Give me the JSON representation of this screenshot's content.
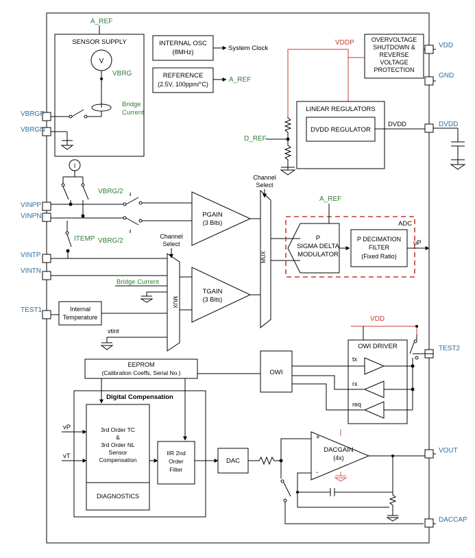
{
  "pins": {
    "vbrgp": "VBRGP",
    "vbrgn": "VBRGN",
    "vinpp": "VINPP",
    "vinpn": "VINPN",
    "vintp": "VINTP",
    "vintn": "VINTN",
    "test1": "TEST1",
    "vdd": "VDD",
    "gnd": "GND",
    "dvdd": "DVDD",
    "test2": "TEST2",
    "vout": "VOUT",
    "daccap": "DACCAP"
  },
  "labels": {
    "a_ref": "A_REF",
    "vddp": "VDDP",
    "vbrg": "VBRG",
    "bridge_current": [
      "Bridge",
      "Current"
    ],
    "d_ref": "D_REF",
    "dvdd_int": "DVDD",
    "vbrg_half": "VBRG/2",
    "itemp": "ITEMP",
    "i_symbol": "I",
    "v_symbol": "V",
    "channel_select": [
      "Channel",
      "Select"
    ],
    "bridge_current_line": "Bridge Current",
    "vtint": "vtint",
    "vdd_owi": "VDD",
    "up": "uP",
    "vp": "vP",
    "vt": "vT",
    "plus": "+",
    "minus": "-"
  },
  "blocks": {
    "sensor_supply": "SENSOR  SUPPLY",
    "internal_osc": [
      "INTERNAL OSC",
      "(8MHz)"
    ],
    "system_clock": "System Clock",
    "reference": [
      "REFERENCE",
      "(2.5V, 100ppm/°C)"
    ],
    "overvoltage": [
      "OVERVOLTAGE",
      "SHUTDOWN &",
      "REVERSE",
      "VOLTAGE",
      "PROTECTION"
    ],
    "linear_regulators": "LINEAR REGULATORS",
    "dvdd_regulator": "DVDD REGULATOR",
    "pgain": [
      "PGAIN",
      "(3 Bits)"
    ],
    "tgain": [
      "TGAIN",
      "(3 Bits)"
    ],
    "mux": "MUX",
    "adc": "ADC",
    "sigma_delta": [
      "P",
      "SIGMA DELTA",
      "MODULATOR"
    ],
    "decimation": [
      "P DECIMATION",
      "FILTER",
      "(Fixed Ratio)"
    ],
    "internal_temperature": [
      "Internal",
      "Temperature"
    ],
    "owi_driver": "OWI DRIVER",
    "owi_tx": "tx",
    "owi_rx": "rx",
    "owi_req": "req",
    "owi": "OWI",
    "eeprom": [
      "EEPROM",
      "(Calibration Coeffs, Serial No.)"
    ],
    "digital_compensation": "Digital Compensation",
    "tc_nl": [
      "3rd Order TC",
      "&",
      "3rd Order NL",
      "Sensor",
      "Compensation"
    ],
    "diagnostics": "DIAGNOSTICS",
    "iir": [
      "IIR 2nd",
      "Order",
      "Filter"
    ],
    "dac": "DAC",
    "dacgain": [
      "DACGAIN",
      "(4x)"
    ]
  },
  "colors": {
    "line": "#000000",
    "pin_label": "#2e6e9e",
    "signal_label": "#2e7d32",
    "vdd_label": "#c0392b",
    "adc_border": "#c0392b",
    "ground_accent": "#d9534f"
  }
}
